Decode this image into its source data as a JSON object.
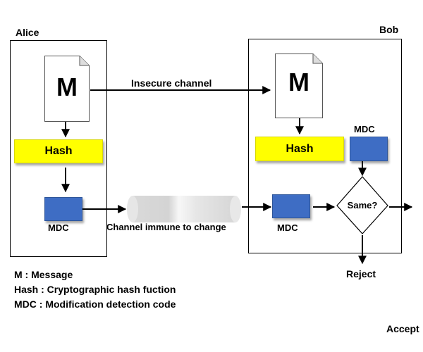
{
  "alice": {
    "label": "Alice",
    "message_letter": "M",
    "hash_label": "Hash",
    "mdc_label": "MDC"
  },
  "bob": {
    "label": "Bob",
    "message_letter": "M",
    "hash_label": "Hash",
    "mdc_label_top": "MDC",
    "mdc_label_bottom": "MDC",
    "decision_label": "Same?"
  },
  "channels": {
    "insecure": "Insecure channel",
    "immune": "Channel immune to change"
  },
  "outcomes": {
    "reject": "Reject",
    "accept": "Accept"
  },
  "legend": [
    "M : Message",
    "Hash : Cryptographic hash fuction",
    "MDC : Modification detection code"
  ],
  "colors": {
    "hash_fill": "#ffff00",
    "mdc_fill": "#3e6dc4",
    "line": "#000000"
  }
}
